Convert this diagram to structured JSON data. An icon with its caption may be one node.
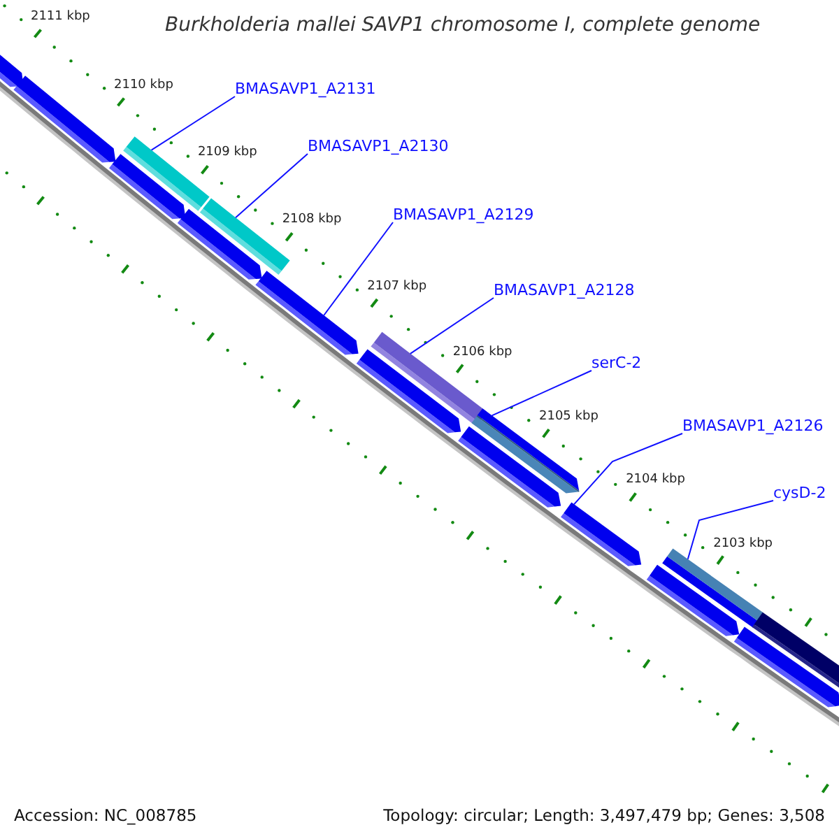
{
  "diagram": {
    "title": "Burkholderia mallei SAVP1 chromosome I, complete genome",
    "nodes": [
      {
        "text": [
          "BMASAVP1_A2131"
        ]
      },
      {
        "text": [
          "BMASAVP1_A2130"
        ]
      },
      {
        "text": [
          "BMASAVP1_A2129"
        ]
      },
      {
        "text": [
          "BMASAVP1_A2128"
        ]
      },
      {
        "text": [
          "serC-2"
        ]
      },
      {
        "text": [
          "BMASAVP1_A2126"
        ]
      },
      {
        "text": [
          "cysD-2"
        ]
      },
      {
        "text": [],
        "shape": "arrow"
      },
      {
        "text": [],
        "shape": "arrow"
      },
      {
        "text": [],
        "shape": "bar"
      },
      {
        "text": [],
        "shape": "arrow"
      },
      {
        "text": [],
        "shape": "arrow"
      },
      {
        "text": [],
        "shape": "bar"
      },
      {
        "text": [],
        "shape": "arrow"
      },
      {
        "text": [],
        "shape": "arrow"
      },
      {
        "text": [],
        "shape": "bar"
      },
      {
        "text": [],
        "shape": "arrow"
      },
      {
        "text": [],
        "shape": "arrow"
      },
      {
        "text": [],
        "shape": "arrow"
      },
      {
        "text": [],
        "shape": "arrow"
      },
      {
        "text": [],
        "shape": "bar"
      },
      {
        "text": [],
        "shape": "arrow"
      },
      {
        "text": [],
        "shape": "bar"
      }
    ],
    "edges": [
      {
        "from": 0,
        "to": 9,
        "arrow": "none"
      },
      {
        "from": 1,
        "to": 12,
        "arrow": "none"
      },
      {
        "from": 2,
        "to": 13,
        "arrow": "none"
      },
      {
        "from": 3,
        "to": 15,
        "arrow": "none"
      },
      {
        "from": 4,
        "to": 16,
        "arrow": "none"
      },
      {
        "from": 5,
        "to": 18,
        "arrow": "none"
      },
      {
        "from": 6,
        "to": 20,
        "arrow": "none"
      }
    ],
    "labels": [
      "2111 kbp",
      "2110 kbp",
      "2109 kbp",
      "2108 kbp",
      "2107 kbp",
      "2106 kbp",
      "2105 kbp",
      "2104 kbp",
      "2103 kbp",
      "Accession: NC_008785",
      "Topology: circular; Length: 3,497,479 bp; Genes: 3,508"
    ]
  }
}
